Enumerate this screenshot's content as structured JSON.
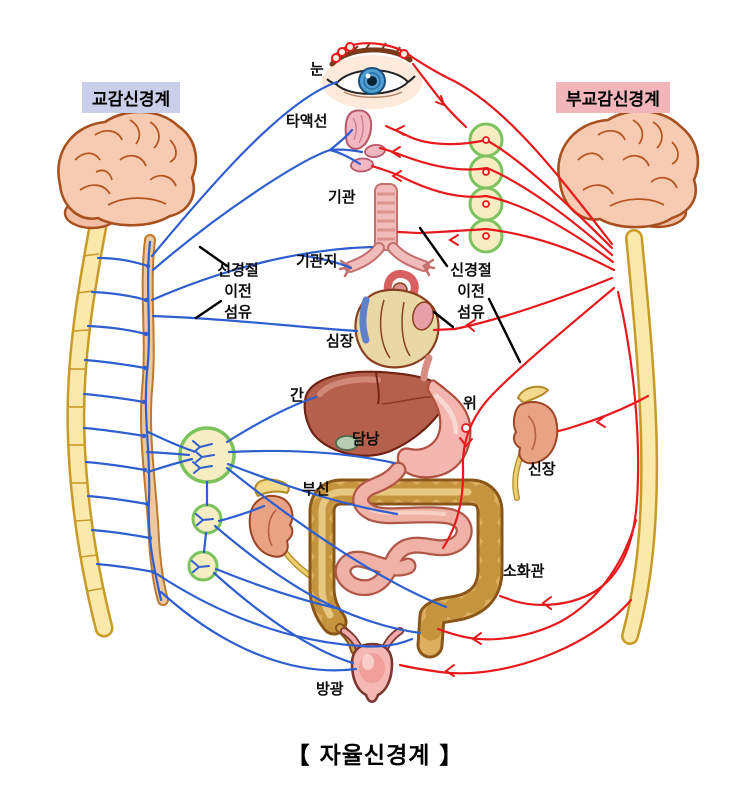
{
  "header": {
    "sympathetic_label": "교감신경계",
    "parasympathetic_label": "부교감신경계"
  },
  "organ_labels": {
    "eye": "눈",
    "salivary_gland": "타액선",
    "trachea": "기관",
    "bronchi": "기관지",
    "heart": "심장",
    "liver": "간",
    "gallbladder": "담낭",
    "stomach": "위",
    "kidney": "신장",
    "adrenal_gland": "부신",
    "digestive_tract": "소화관",
    "bladder": "방광"
  },
  "annotations": {
    "preganglionic_fiber_lines": [
      "신경절",
      "이전",
      "섬유"
    ]
  },
  "title": "【 자율신경계 】",
  "colors": {
    "sympathetic_line": "#2f5fce",
    "parasympathetic_line": "#e8191c",
    "sympathetic_label_bg": "#c9cfe9",
    "parasympathetic_label_bg": "#f2b5ba",
    "ganglion_ring": "#7cc25e",
    "ganglion_fill": "#f7edc2",
    "brain_fill": "#f6cbb2",
    "brain_outline": "#a8501e",
    "spinal_cord_fill": "#fbe8a6",
    "spinal_cord_outline": "#c89a28",
    "pointer_line": "#000000"
  }
}
